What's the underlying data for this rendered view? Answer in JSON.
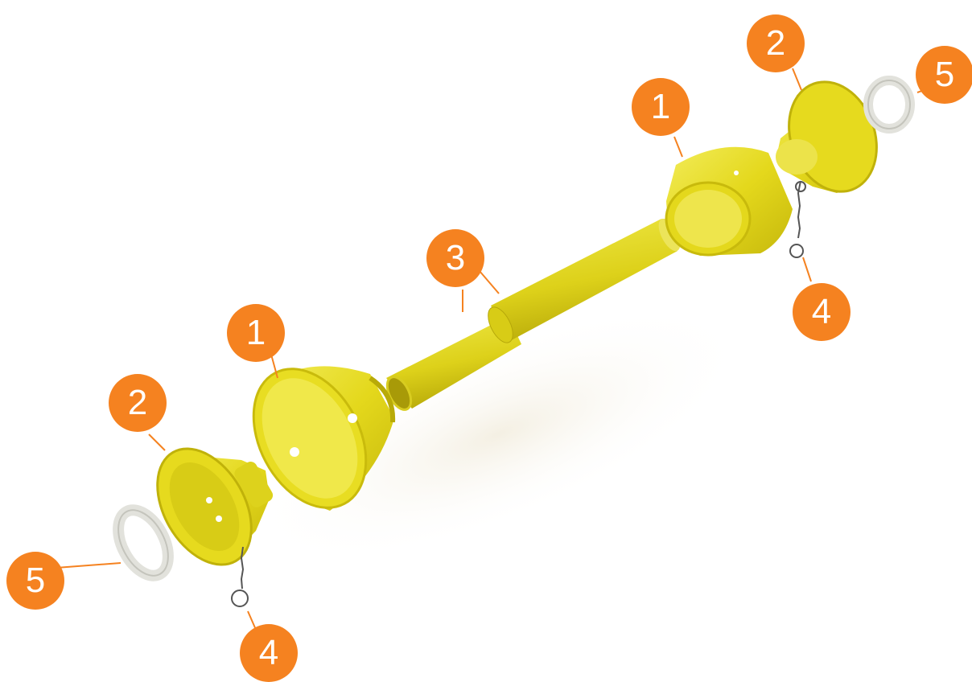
{
  "colors": {
    "callout_fill": "#f58220",
    "callout_text": "#ffffff",
    "guard_yellow": "#e8dd1f",
    "guard_shadow": "#bfb30e",
    "bearing_ring": "#e4e4e0",
    "chain": "#555555"
  },
  "callouts": [
    {
      "id": "left-outer-cone",
      "label": "1"
    },
    {
      "id": "right-outer-cone",
      "label": "1"
    },
    {
      "id": "left-inner-cone",
      "label": "2"
    },
    {
      "id": "right-inner-cone",
      "label": "2"
    },
    {
      "id": "tube",
      "label": "3"
    },
    {
      "id": "left-chain",
      "label": "4"
    },
    {
      "id": "right-chain",
      "label": "4"
    },
    {
      "id": "left-bearing-ring",
      "label": "5"
    },
    {
      "id": "right-bearing-ring",
      "label": "5"
    }
  ]
}
